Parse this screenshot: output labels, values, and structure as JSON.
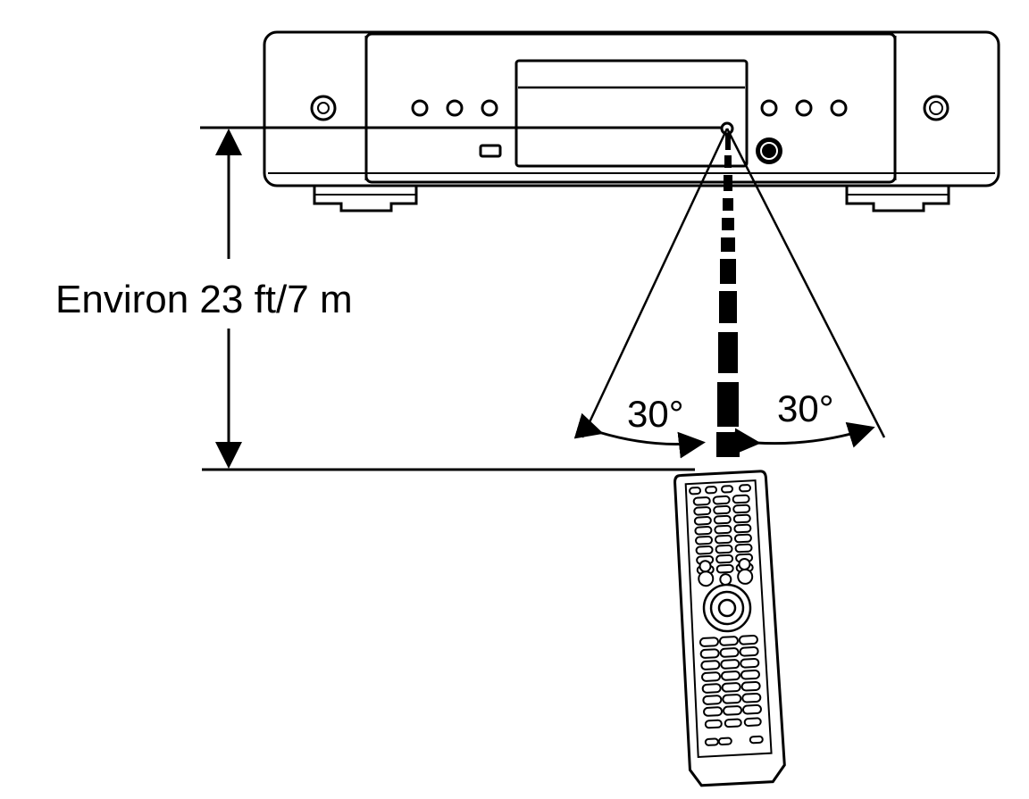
{
  "distance_label": "Environ 23 ft/7 m",
  "angle_left_label": "30°",
  "angle_right_label": "30°",
  "colors": {
    "line": "#000000",
    "background": "#ffffff"
  }
}
